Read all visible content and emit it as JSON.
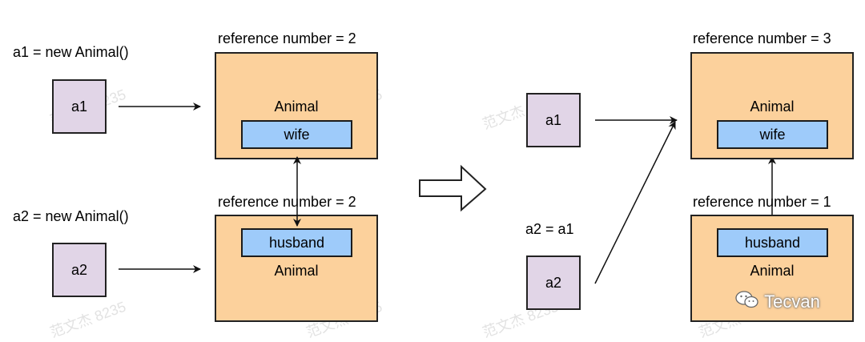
{
  "left": {
    "a1_assign": "a1 = new Animal()",
    "a2_assign": "a2 = new Animal()",
    "a1_label": "a1",
    "a2_label": "a2",
    "obj1": {
      "ref_label": "reference number = 2",
      "name": "Animal",
      "field": "wife"
    },
    "obj2": {
      "ref_label": "reference number = 2",
      "name": "Animal",
      "field": "husband"
    }
  },
  "right": {
    "a2_assign": "a2 = a1",
    "a1_label": "a1",
    "a2_label": "a2",
    "obj1": {
      "ref_label": "reference number = 3",
      "name": "Animal",
      "field": "wife"
    },
    "obj2": {
      "ref_label": "reference number = 1",
      "name": "Animal",
      "field": "husband"
    }
  },
  "watermark": "范文杰 8235",
  "logo": {
    "text": "Tecvan",
    "icon": "wechat-icon"
  },
  "colors": {
    "variable_fill": "#e1d5e7",
    "object_fill": "#fcd19c",
    "field_fill": "#9ecbfa"
  }
}
